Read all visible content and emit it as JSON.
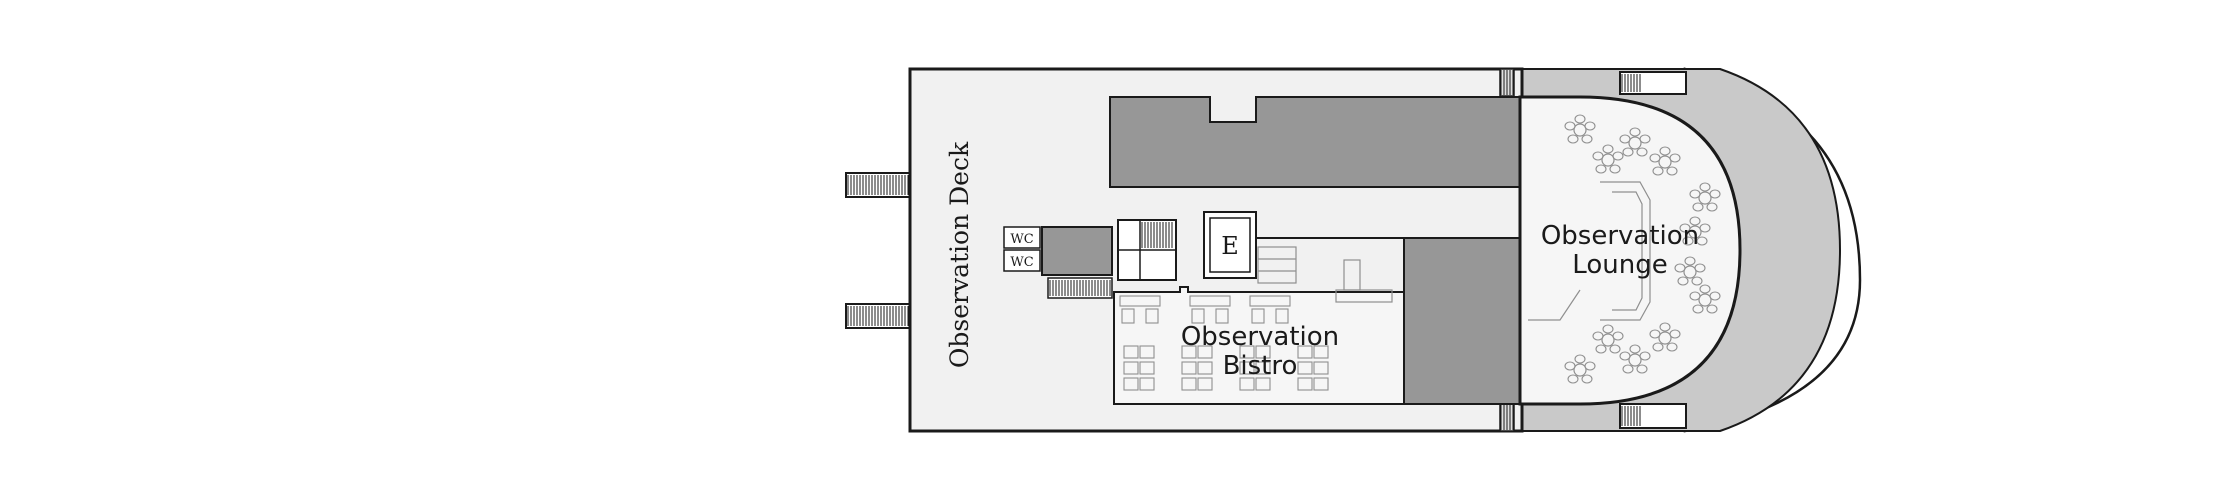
{
  "deck_plan": {
    "labels": {
      "observation_deck": "Observation Deck",
      "wc": "WC",
      "elevator": "E",
      "bistro_line1": "Observation",
      "bistro_line2": "Bistro",
      "lounge_line1": "Observation",
      "lounge_line2": "Lounge"
    },
    "colors": {
      "outline": "#1a1a1a",
      "deck_fill": "#f1f1f1",
      "interior_fill": "#f6f6f6",
      "service_fill": "#979797",
      "bow_fill": "#c9c9c9",
      "furniture": "#8f8f8f"
    }
  }
}
